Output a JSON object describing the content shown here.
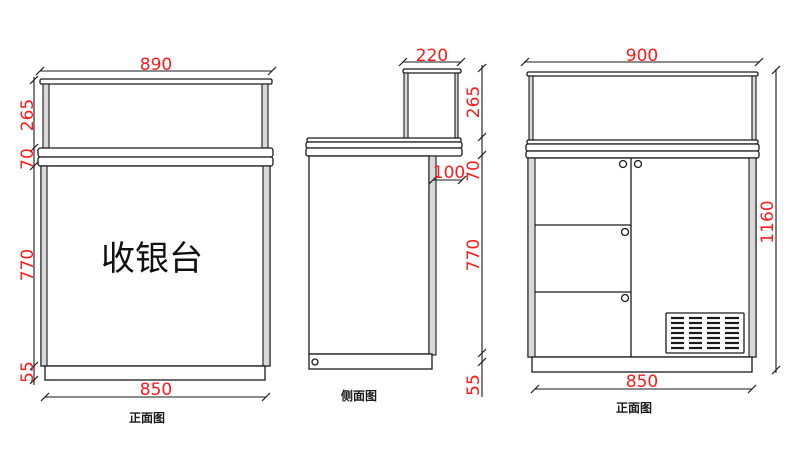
{
  "drawing": {
    "label_text": "收银台",
    "front_view": {
      "caption": "正面图",
      "top_width": "890",
      "bottom_width": "850",
      "heights": [
        "265",
        "70",
        "770",
        "55"
      ]
    },
    "side_view": {
      "caption": "侧面图",
      "top_width": "220",
      "overhang": "100",
      "heights": [
        "265",
        "70",
        "770",
        "55"
      ]
    },
    "rear_view": {
      "caption": "正面图",
      "top_width": "900",
      "bottom_width": "850",
      "total_height": "1160"
    }
  },
  "colors": {
    "dimension_text": "#ff1a1a",
    "line": "#1a1a1a",
    "background": "#ffffff"
  }
}
